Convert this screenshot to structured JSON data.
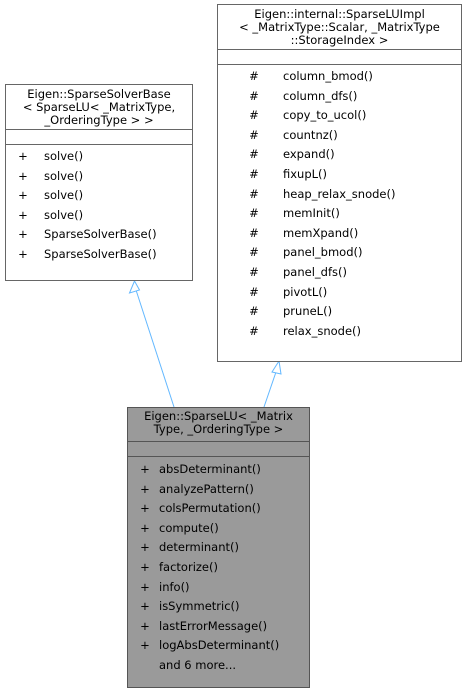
{
  "classes": {
    "base": {
      "title_lines": [
        "Eigen::SparseSolverBase",
        "< SparseLU< _MatrixType,",
        "_OrderingType > >"
      ],
      "members": [
        {
          "vis": "+",
          "name": "solve()"
        },
        {
          "vis": "+",
          "name": "solve()"
        },
        {
          "vis": "+",
          "name": "solve()"
        },
        {
          "vis": "+",
          "name": "solve()"
        },
        {
          "vis": "+",
          "name": "SparseSolverBase()"
        },
        {
          "vis": "+",
          "name": "SparseSolverBase()"
        }
      ]
    },
    "impl": {
      "title_lines": [
        "Eigen::internal::SparseLUImpl",
        "< _MatrixType::Scalar, _MatrixType",
        "::StorageIndex >"
      ],
      "members": [
        {
          "vis": "#",
          "name": "column_bmod()"
        },
        {
          "vis": "#",
          "name": "column_dfs()"
        },
        {
          "vis": "#",
          "name": "copy_to_ucol()"
        },
        {
          "vis": "#",
          "name": "countnz()"
        },
        {
          "vis": "#",
          "name": "expand()"
        },
        {
          "vis": "#",
          "name": "fixupL()"
        },
        {
          "vis": "#",
          "name": "heap_relax_snode()"
        },
        {
          "vis": "#",
          "name": "memInit()"
        },
        {
          "vis": "#",
          "name": "memXpand()"
        },
        {
          "vis": "#",
          "name": "panel_bmod()"
        },
        {
          "vis": "#",
          "name": "panel_dfs()"
        },
        {
          "vis": "#",
          "name": "pivotL()"
        },
        {
          "vis": "#",
          "name": "pruneL()"
        },
        {
          "vis": "#",
          "name": "relax_snode()"
        }
      ]
    },
    "main": {
      "title_lines": [
        "Eigen::SparseLU< _Matrix",
        "Type, _OrderingType >"
      ],
      "members": [
        {
          "vis": "+",
          "name": "absDeterminant()"
        },
        {
          "vis": "+",
          "name": "analyzePattern()"
        },
        {
          "vis": "+",
          "name": "colsPermutation()"
        },
        {
          "vis": "+",
          "name": "compute()"
        },
        {
          "vis": "+",
          "name": "determinant()"
        },
        {
          "vis": "+",
          "name": "factorize()"
        },
        {
          "vis": "+",
          "name": "info()"
        },
        {
          "vis": "+",
          "name": "isSymmetric()"
        },
        {
          "vis": "+",
          "name": "lastErrorMessage()"
        },
        {
          "vis": "+",
          "name": "logAbsDeterminant()"
        }
      ],
      "more_label": "and 6 more..."
    }
  },
  "colors": {
    "edge": "#63b8ff",
    "main_fill": "#9a9a9a",
    "border": "#666666"
  }
}
